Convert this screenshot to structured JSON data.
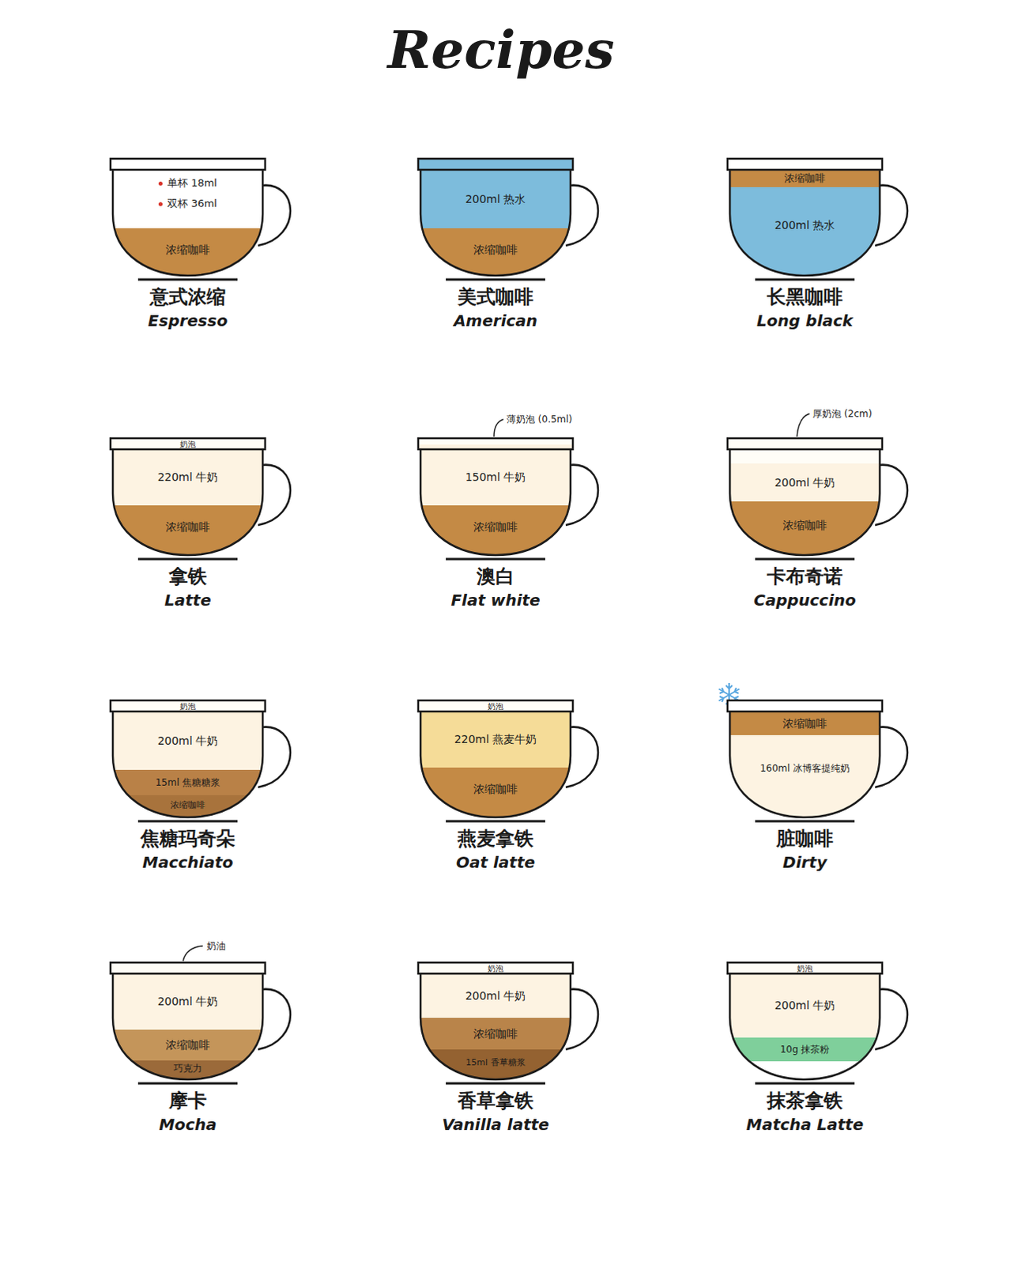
{
  "diagram": {
    "title": "Recipes",
    "nodes": [
      {
        "text": [
          "意式浓缩",
          "Espresso"
        ]
      },
      {
        "text": [
          "单杯 18ml",
          "双杯 36ml"
        ],
        "in": 0
      },
      {
        "text": [
          "浓缩咖啡"
        ],
        "in": 0
      },
      {
        "text": [
          "美式咖啡",
          "American"
        ]
      },
      {
        "text": [
          "200ml 热水"
        ],
        "in": 3
      },
      {
        "text": [
          "浓缩咖啡"
        ],
        "in": 3
      },
      {
        "text": [
          "长黑咖啡",
          "Long black"
        ]
      },
      {
        "text": [
          "浓缩咖啡"
        ],
        "in": 6
      },
      {
        "text": [
          "200ml 热水"
        ],
        "in": 6
      },
      {
        "text": [
          "拿铁",
          "Latte"
        ]
      },
      {
        "text": [
          "奶泡"
        ],
        "in": 9
      },
      {
        "text": [
          "220ml 牛奶"
        ],
        "in": 9
      },
      {
        "text": [
          "浓缩咖啡"
        ],
        "in": 9
      },
      {
        "text": [
          "澳白",
          "Flat white"
        ]
      },
      {
        "text": [
          "150ml 牛奶"
        ],
        "in": 13
      },
      {
        "text": [
          "浓缩咖啡"
        ],
        "in": 13
      },
      {
        "text": [
          "卡布奇诺",
          "Cappuccino"
        ]
      },
      {
        "text": [
          "200ml 牛奶"
        ],
        "in": 16
      },
      {
        "text": [
          "浓缩咖啡"
        ],
        "in": 16
      },
      {
        "text": [
          "焦糖玛奇朵",
          "Macchiato"
        ]
      },
      {
        "text": [
          "奶泡"
        ],
        "in": 19
      },
      {
        "text": [
          "200ml 牛奶"
        ],
        "in": 19
      },
      {
        "text": [
          "15ml 焦糖糖浆"
        ],
        "in": 19
      },
      {
        "text": [
          "浓缩咖啡"
        ],
        "in": 19
      },
      {
        "text": [
          "燕麦拿铁",
          "Oat latte"
        ]
      },
      {
        "text": [
          "奶泡"
        ],
        "in": 24
      },
      {
        "text": [
          "220ml 燕麦牛奶"
        ],
        "in": 24
      },
      {
        "text": [
          "浓缩咖啡"
        ],
        "in": 24
      },
      {
        "text": [
          "脏咖啡",
          "Dirty"
        ]
      },
      {
        "text": [
          "浓缩咖啡"
        ],
        "in": 28
      },
      {
        "text": [
          "160ml 冰博客提纯奶"
        ],
        "in": 28
      },
      {
        "text": [
          "摩卡",
          "Mocha"
        ]
      },
      {
        "text": [
          "200ml 牛奶"
        ],
        "in": 31
      },
      {
        "text": [
          "浓缩咖啡"
        ],
        "in": 31
      },
      {
        "text": [
          "巧克力"
        ],
        "in": 31
      },
      {
        "text": [
          "香草拿铁",
          "Vanilla latte"
        ]
      },
      {
        "text": [
          "奶泡"
        ],
        "in": 35
      },
      {
        "text": [
          "200ml 牛奶"
        ],
        "in": 35
      },
      {
        "text": [
          "浓缩咖啡"
        ],
        "in": 35
      },
      {
        "text": [
          "15ml 香草糖浆"
        ],
        "in": 35
      },
      {
        "text": [
          "抹茶拿铁",
          "Matcha Latte"
        ]
      },
      {
        "text": [
          "奶泡"
        ],
        "in": 40
      },
      {
        "text": [
          "200ml 牛奶"
        ],
        "in": 40
      },
      {
        "text": [
          "10g 抹茶粉"
        ],
        "in": 40
      }
    ],
    "labels": [
      "薄奶泡 (0.5ml)",
      "厚奶泡 (2cm)",
      "奶油"
    ]
  }
}
